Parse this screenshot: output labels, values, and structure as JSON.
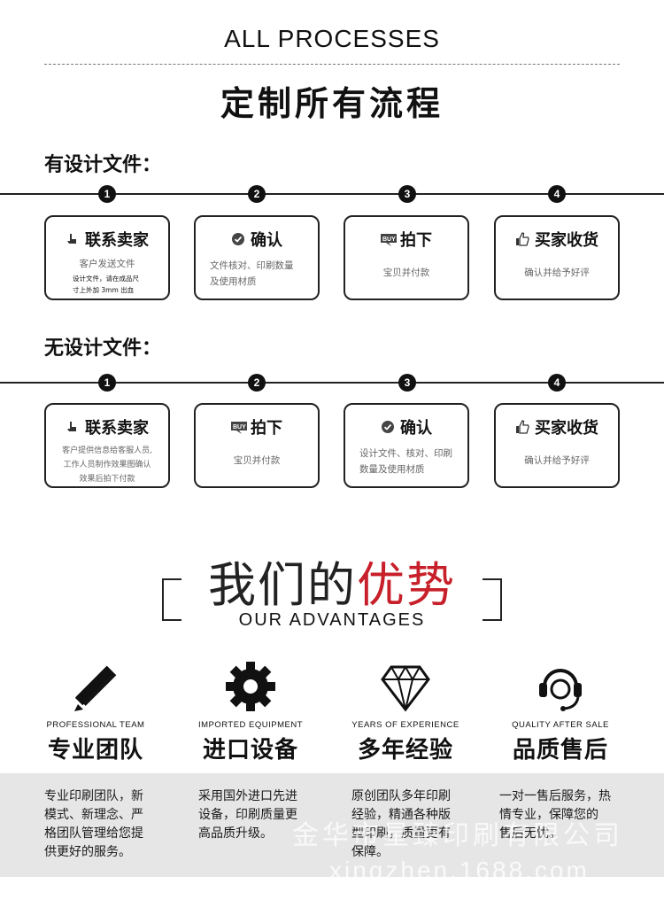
{
  "header": {
    "title_en": "ALL PROCESSES",
    "title_cn": "定制所有流程"
  },
  "with_design": {
    "title": "有设计文件：",
    "steps": [
      {
        "num": "1",
        "label": "联系卖家",
        "desc": "客户发送文件",
        "note_line1": "设计文件，请在成品尺",
        "note_line2": "寸上外加 3mm 出血",
        "icon": "hand-pointer-icon"
      },
      {
        "num": "2",
        "label": "确认",
        "desc_line1": "文件核对、印刷数量",
        "desc_line2": "及使用材质",
        "icon": "check-circle-icon"
      },
      {
        "num": "3",
        "label": "拍下",
        "desc": "宝贝并付款",
        "icon": "buy-tag-icon"
      },
      {
        "num": "4",
        "label": "买家收货",
        "desc": "确认并给予好评",
        "icon": "thumbs-up-icon"
      }
    ]
  },
  "without_design": {
    "title": "无设计文件：",
    "steps": [
      {
        "num": "1",
        "label": "联系卖家",
        "desc_line1": "客户提供信息给客服人员,",
        "desc_line2": "工作人员制作效果图确认",
        "desc_line3": "效果后拍下付款",
        "icon": "hand-pointer-icon"
      },
      {
        "num": "2",
        "label": "拍下",
        "desc": "宝贝并付款",
        "icon": "buy-tag-icon"
      },
      {
        "num": "3",
        "label": "确认",
        "desc_line1": "设计文件、核对、印刷",
        "desc_line2": "数量及使用材质",
        "icon": "check-circle-icon"
      },
      {
        "num": "4",
        "label": "买家收货",
        "desc": "确认并给予好评",
        "icon": "thumbs-up-icon"
      }
    ]
  },
  "advantages": {
    "title_cn_black": "我们的",
    "title_cn_red": "优势",
    "title_en": "OUR ADVANTAGES",
    "items": [
      {
        "en": "PROFESSIONAL TEAM",
        "cn": "专业团队",
        "icon": "pencil-ruler-icon",
        "desc": [
          "专业印刷团队，新",
          "模式、新理念、严",
          "格团队管理给您提",
          "供更好的服务。"
        ]
      },
      {
        "en": "IMPORTED EQUIPMENT",
        "cn": "进口设备",
        "icon": "gear-icon",
        "desc": [
          "采用国外进口先进",
          "设备，印刷质量更",
          "高品质升级。"
        ]
      },
      {
        "en": "YEARS OF EXPERIENCE",
        "cn": "多年经验",
        "icon": "diamond-icon",
        "desc": [
          "原创团队多年印刷",
          "经验，精通各种版",
          "型印刷，质量更有",
          "保障。"
        ]
      },
      {
        "en": "QUALITY AFTER SALE",
        "cn": "品质售后",
        "icon": "headset-icon",
        "desc": [
          "一对一售后服务，热",
          "情专业，保障您的",
          "售后无忧。"
        ]
      }
    ]
  },
  "watermark": {
    "line1": "金华市星臻印刷有限公司",
    "line2": "xingzhen.1688.com"
  },
  "colors": {
    "accent_red": "#c8202a",
    "dark": "#111111",
    "band_gray": "#e6e6e6"
  }
}
